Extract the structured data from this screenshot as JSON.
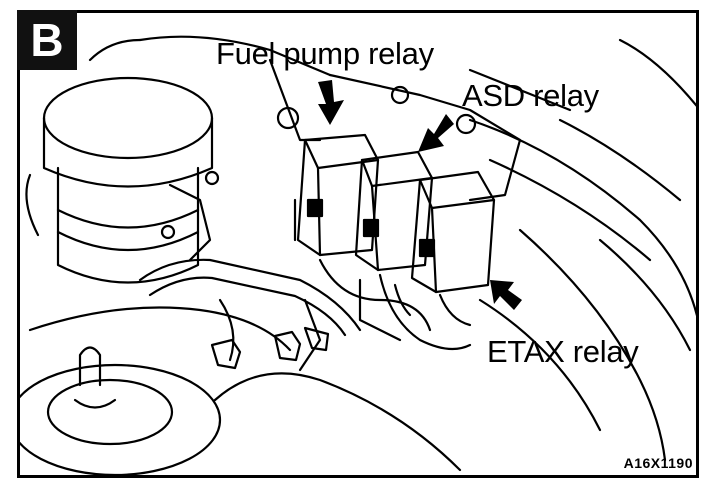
{
  "figure": {
    "panel_label": "B",
    "figure_code": "A16X1190"
  },
  "callouts": [
    {
      "id": "fuel-pump-relay",
      "text": "Fuel pump relay"
    },
    {
      "id": "asd-relay",
      "text": "ASD relay"
    },
    {
      "id": "etax-relay",
      "text": "ETAX relay"
    }
  ],
  "colors": {
    "ink": "#000000",
    "paper": "#ffffff",
    "badge": "#111111"
  }
}
